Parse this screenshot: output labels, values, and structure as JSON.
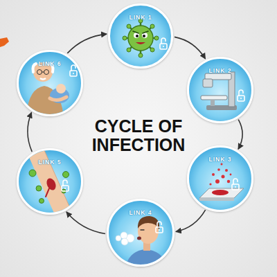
{
  "diagram": {
    "title": "CYCLE OF INFECTION",
    "nodes": [
      {
        "text": [
          "LINK 1"
        ]
      },
      {
        "text": [
          "LINK 2"
        ]
      },
      {
        "text": [
          "LINK 3"
        ]
      },
      {
        "text": [
          "LINK 4"
        ]
      },
      {
        "text": [
          "LINK 5"
        ]
      },
      {
        "text": [
          "LINK 6"
        ]
      }
    ],
    "edges": [
      {
        "from": 0,
        "to": 1,
        "arrow": "to"
      },
      {
        "from": 1,
        "to": 2,
        "arrow": "to"
      },
      {
        "from": 2,
        "to": 3,
        "arrow": "to"
      },
      {
        "from": 3,
        "to": 4,
        "arrow": "to"
      },
      {
        "from": 4,
        "to": 5,
        "arrow": "to"
      },
      {
        "from": 5,
        "to": 0,
        "arrow": "to"
      }
    ]
  }
}
